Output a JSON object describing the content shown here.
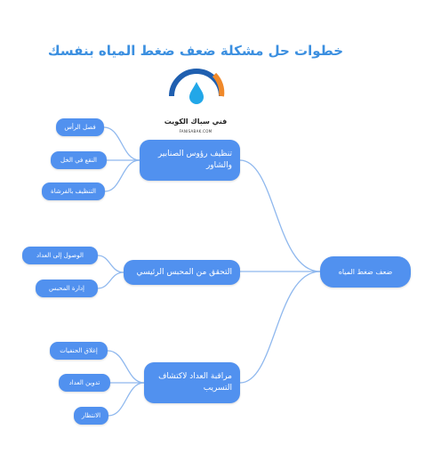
{
  "title": "خطوات حل مشكلة ضعف ضغط المياه بنفسك",
  "logo": {
    "brand_name": "فني سباك الكويت",
    "domain": "FANISABAK.COM",
    "colors": {
      "ring_blue": "#1f5fb0",
      "accent_orange": "#f0892a",
      "drop_blue": "#22a7e8"
    }
  },
  "diagram": {
    "root": {
      "label": "ضعف ضغط المياه"
    },
    "branches": [
      {
        "label": "تنظيف رؤوس الصنابير والشاور",
        "children": [
          {
            "label": "فصل الرأس"
          },
          {
            "label": "النقع في الخل"
          },
          {
            "label": "التنظيف بالفرشاة"
          }
        ]
      },
      {
        "label": "التحقق من المحبس الرئيسي",
        "children": [
          {
            "label": "الوصول إلى العداد"
          },
          {
            "label": "إدارة المحبس"
          }
        ]
      },
      {
        "label": "مراقبة العداد لاكتشاف التسريب",
        "children": [
          {
            "label": "إغلاق الحنفيات"
          },
          {
            "label": "تدوين العداد"
          },
          {
            "label": "الانتظار"
          }
        ]
      }
    ]
  },
  "colors": {
    "node_fill": "#5191ef",
    "node_text": "#ffffff",
    "connector": "#8fb8ee",
    "title": "#3b8fe0"
  }
}
